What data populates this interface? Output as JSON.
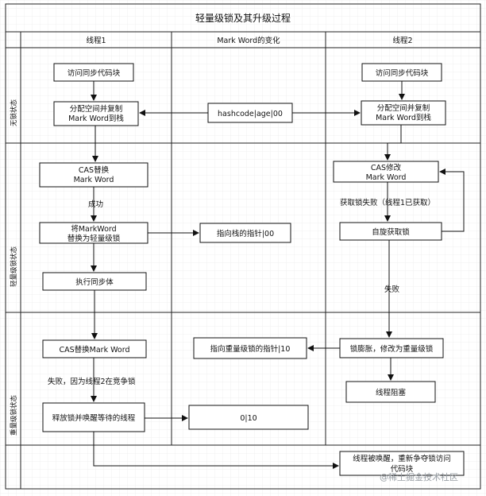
{
  "title": "轻量级锁及其升级过程",
  "columns": [
    "线程1",
    "Mark Word的变化",
    "线程2"
  ],
  "rows": [
    "无锁状态",
    "轻量级锁状态",
    "重量级锁状态",
    ""
  ],
  "nodes": {
    "t1_access": "访问同步代码块",
    "t1_alloc": [
      "分配空间并复制",
      "Mark Word到栈"
    ],
    "mw_hash": "hashcode|age|00",
    "t2_access": "访问同步代码块",
    "t2_alloc": [
      "分配空间并复制",
      "Mark Word到栈"
    ],
    "t1_cas": [
      "CAS替换",
      "Mark Word"
    ],
    "t1_replace": [
      "将MarkWord",
      "替换为轻量级锁"
    ],
    "mw_stack_ptr": "指向栈的指针|00",
    "t1_exec": "执行同步体",
    "t2_cas": [
      "CAS修改",
      "Mark Word"
    ],
    "t2_spin": "自旋获取锁",
    "t1_cas2": "CAS替换Mark Word",
    "mw_heavy_ptr": "指向重量级锁的指针|10",
    "t2_inflate": "锁膨胀，修改为重量级锁",
    "t2_block": "线程阻塞",
    "t1_release": "释放锁并唤醒等待的线程",
    "mw_010": "0|10",
    "t2_wake": [
      "线程被唤醒，重新争夺锁访问",
      "代码块"
    ]
  },
  "edge_labels": {
    "success": "成功",
    "t2_fail_get": "获取锁失败（线程1已获取）",
    "fail": "失败",
    "t1_fail_contend": "失败，因为线程2在竞争锁"
  },
  "watermark": "@稀土掘金技术社区"
}
